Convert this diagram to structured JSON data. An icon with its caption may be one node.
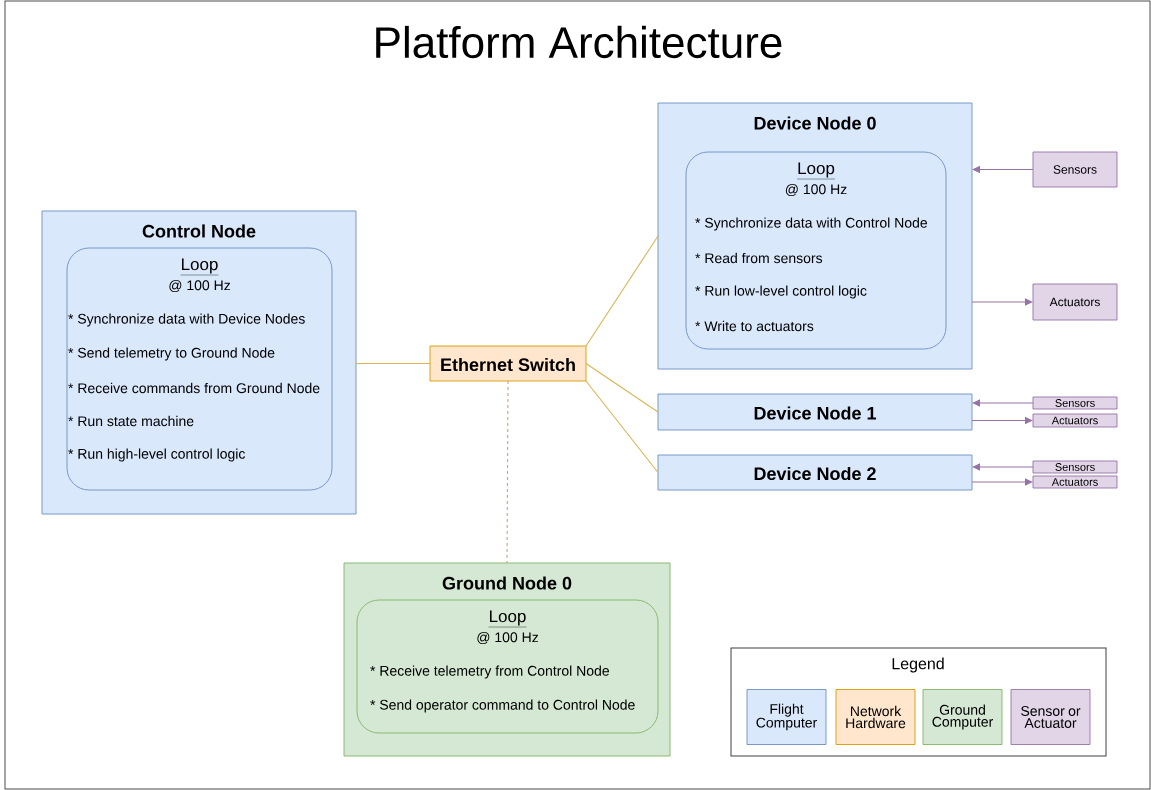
{
  "diagram": {
    "title": "Platform Architecture",
    "nodes": [
      {
        "text": [
          "Control Node"
        ]
      },
      {
        "text": [
          "Loop",
          "@ 100 Hz",
          "* Synchronize data with Device Nodes",
          "* Send telemetry to Ground Node",
          "* Receive commands from Ground Node",
          "* Run state machine",
          "* Run high-level control logic"
        ],
        "in": 0
      },
      {
        "text": [
          "Ethernet Switch"
        ]
      },
      {
        "text": [
          "Device Node 0"
        ]
      },
      {
        "text": [
          "Loop",
          "@ 100 Hz",
          "* Synchronize data with Control Node",
          "* Read from sensors",
          "* Run low-level control logic",
          "* Write to actuators"
        ],
        "in": 3
      },
      {
        "text": [
          "Sensors"
        ]
      },
      {
        "text": [
          "Actuators"
        ]
      },
      {
        "text": [
          "Device Node 1"
        ]
      },
      {
        "text": [
          "Sensors"
        ]
      },
      {
        "text": [
          "Actuators"
        ]
      },
      {
        "text": [
          "Device Node 2"
        ]
      },
      {
        "text": [
          "Sensors"
        ]
      },
      {
        "text": [
          "Actuators"
        ]
      },
      {
        "text": [
          "Ground Node 0"
        ]
      },
      {
        "text": [
          "Loop",
          "@ 100 Hz",
          "* Receive telemetry from Control Node",
          "* Send operator command to Control Node"
        ],
        "in": 13
      }
    ],
    "edges": [
      {
        "from": 0,
        "to": 2,
        "arrow": "none"
      },
      {
        "from": 2,
        "to": 3,
        "arrow": "none"
      },
      {
        "from": 2,
        "to": 7,
        "arrow": "none"
      },
      {
        "from": 2,
        "to": 10,
        "arrow": "none"
      },
      {
        "from": 2,
        "to": 13,
        "arrow": "none",
        "style": "dashed",
        "color": "#c9a27e"
      },
      {
        "from": 5,
        "to": 3,
        "arrow": "to",
        "color": "#9673a6"
      },
      {
        "from": 3,
        "to": 6,
        "arrow": "to",
        "color": "#9673a6"
      },
      {
        "from": 8,
        "to": 7,
        "arrow": "to",
        "color": "#9673a6"
      },
      {
        "from": 7,
        "to": 9,
        "arrow": "to",
        "color": "#9673a6"
      },
      {
        "from": 11,
        "to": 10,
        "arrow": "to",
        "color": "#9673a6"
      },
      {
        "from": 10,
        "to": 12,
        "arrow": "to",
        "color": "#9673a6"
      }
    ],
    "labels": [
      "Legend"
    ],
    "legend": [
      {
        "text": "Flight Computer",
        "color": "#dae8fc"
      },
      {
        "text": "Network Hardware",
        "color": "#ffe6cc"
      },
      {
        "text": "Ground Computer",
        "color": "#d5e8d4"
      },
      {
        "text": "Sensor or Actuator",
        "color": "#e1d5e7"
      }
    ]
  }
}
